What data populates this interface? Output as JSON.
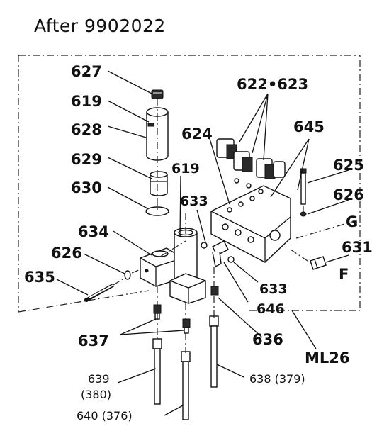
{
  "heading": "After 9902022",
  "labels": {
    "l627": "627",
    "l619a": "619",
    "l628": "628",
    "l629": "629",
    "l630": "630",
    "l619b": "619",
    "l634": "634",
    "l626a": "626",
    "l635": "635",
    "l637": "637",
    "l633a": "633",
    "l622": "622•623",
    "l624": "624",
    "l645": "645",
    "l625": "625",
    "l626b": "626",
    "lG": "G",
    "l631": "631",
    "lF": "F",
    "l633b": "633",
    "l646": "646",
    "l636": "636",
    "lML26": "ML26",
    "l638": "638 (379)",
    "l639": "639",
    "l380": "(380)",
    "l640": "640 (376)"
  }
}
